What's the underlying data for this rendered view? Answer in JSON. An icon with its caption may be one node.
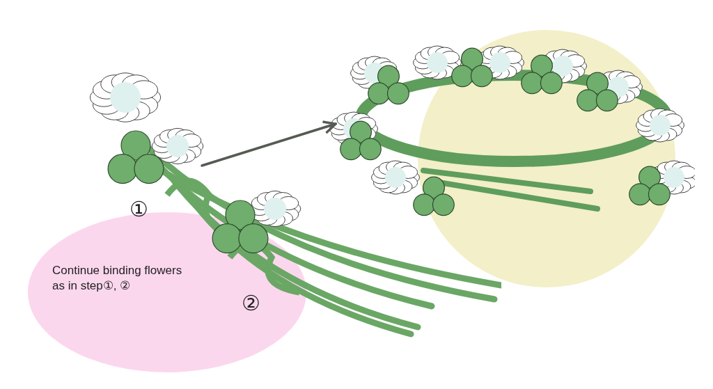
{
  "diagram": {
    "nodes": [
      {
        "text": [],
        "shape": "picture"
      },
      {
        "text": [],
        "shape": "picture"
      }
    ],
    "edges": [
      {
        "from": 0,
        "to": 1,
        "arrow": "to"
      }
    ],
    "labels": [
      "①",
      "②",
      "Continue binding flowers as in step①, ②"
    ]
  }
}
